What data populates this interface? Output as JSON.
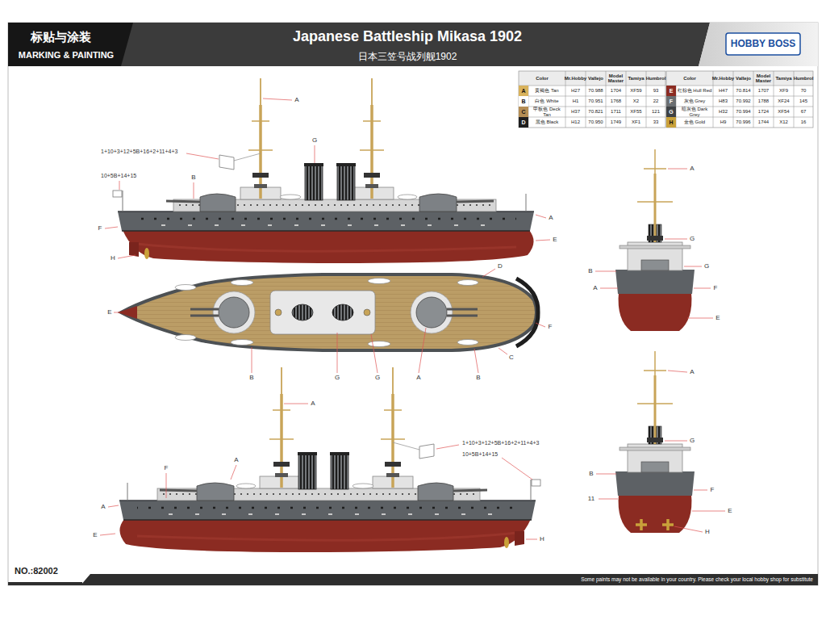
{
  "diagram": {
    "title": "Japanese Battleship Mikasa 1902",
    "labels": [
      "标贴与涂装",
      "MARKING & PAINTING",
      "日本三笠号战列舰1902",
      "HOBBY BOSS",
      "Color",
      "Mr.Hobby",
      "Vallejo",
      "Model Master",
      "Tamiya",
      "Humbrol",
      "Color",
      "Mr.Hobby",
      "Vallejo",
      "Model Master",
      "Tamiya",
      "Humbrol",
      "黄褐色 Tan",
      "H27",
      "70.988",
      "1704",
      "XF59",
      "93",
      "白色 White",
      "H1",
      "70.951",
      "1768",
      "X2",
      "22",
      "甲板色 Deck Tan",
      "H37",
      "70.821",
      "1711",
      "XF55",
      "121",
      "黑色 Black",
      "H12",
      "70.950",
      "1749",
      "XF1",
      "33",
      "红棕色 Hull Red",
      "H47",
      "70.814",
      "1707",
      "XF9",
      "70",
      "灰色 Grey",
      "H83",
      "70.992",
      "1788",
      "XF24",
      "145",
      "暗灰色 Dark Grey",
      "H32",
      "70.994",
      "1724",
      "XF54",
      "67",
      "金色 Gold",
      "H9",
      "70.996",
      "1744",
      "X12",
      "16",
      "A",
      "G",
      "1+10+3+12+5B+16+2+11+4+3",
      "10+5B+14+15",
      "B",
      "A",
      "E",
      "F",
      "H",
      "D",
      "E",
      "F",
      "C",
      "B",
      "G",
      "G",
      "A",
      "B",
      "A",
      "1+10+3+12+5B+16+2+11+4+3",
      "10+5B+14+15",
      "F",
      "A",
      "A",
      "E",
      "H",
      "A",
      "G",
      "G",
      "B",
      "A",
      "F",
      "E",
      "A",
      "G",
      "B",
      "11",
      "F",
      "E",
      "H",
      "NO.:82002",
      "Some paints may not be available in your country. Please check your local hobby shop for substitute"
    ],
    "legend": [
      {
        "text": "A",
        "color": "#d8b25c"
      },
      {
        "text": "B",
        "color": "#ffffff"
      },
      {
        "text": "C",
        "color": "#b58e55"
      },
      {
        "text": "D",
        "color": "#1e1e1e"
      },
      {
        "text": "E",
        "color": "#8b2b22"
      },
      {
        "text": "F",
        "color": "#6b6f72"
      },
      {
        "text": "G",
        "color": "#3f4245"
      },
      {
        "text": "H",
        "color": "#c9a13a"
      }
    ]
  }
}
